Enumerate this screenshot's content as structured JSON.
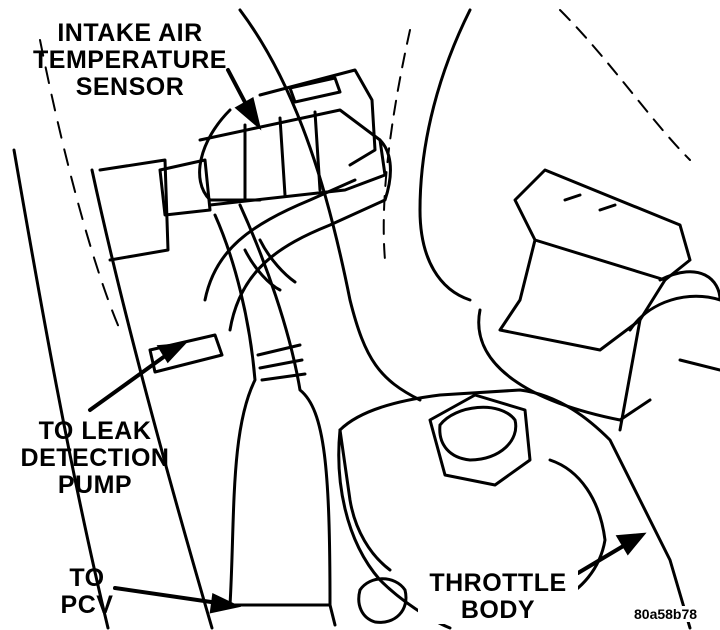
{
  "labels": {
    "intake_air_temperature_sensor": [
      "INTAKE AIR",
      "TEMPERATURE",
      "SENSOR"
    ],
    "to_leak_detection_pump": [
      "TO LEAK",
      "DETECTION",
      "PUMP"
    ],
    "to_pcv": [
      "TO",
      "PCV"
    ],
    "throttle_body": [
      "THROTTLE",
      "BODY"
    ]
  },
  "figure_code": "80a58b78",
  "colors": {
    "ink": "#000000",
    "paper": "#ffffff"
  }
}
